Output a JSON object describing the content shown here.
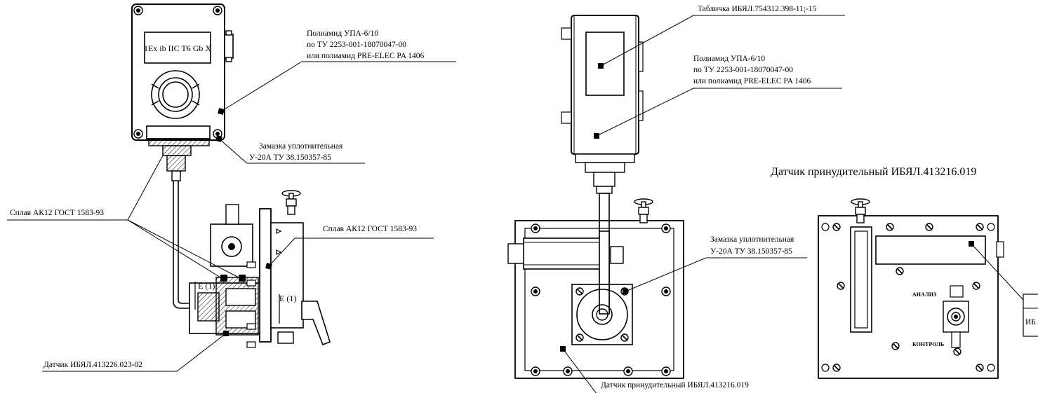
{
  "left_view": {
    "marking_plate": "1Ex ib IIC T6 Gb X",
    "label_housing": {
      "line1": "Полиамид УПА-6/10",
      "line2": "по ТУ 2253-001-18070047-00",
      "line3": "или полиамид PRE-ELEC PA 1406"
    },
    "label_sealant": {
      "line1": "Замазка уплотнительная",
      "line2": "У-20А ТУ 38.150357-85"
    },
    "label_alloy_left": "Сплав АК12 ГОСТ 1583-93",
    "label_alloy_right": "Сплав АК12 ГОСТ 1583-93",
    "label_e1_a": "E (1)",
    "label_e1_b": "E (1)",
    "label_sensor": "Датчик ИБЯЛ.413226.023-02"
  },
  "middle_view": {
    "label_plate": "Табличка ИБЯЛ.754312.398-11;-15",
    "label_housing": {
      "line1": "Полиамид УПА-6/10",
      "line2": "по ТУ 2253-001-18070047-00",
      "line3": "или полиамид PRE-ELEC PA 1406"
    },
    "label_sealant": {
      "line1": "Замазка уплотнительная",
      "line2": "У-20А ТУ 38.150357-85"
    },
    "label_sensor": "Датчик принудительный ИБЯЛ.413216.019"
  },
  "right_view": {
    "title": "Датчик принудительный ИБЯЛ.413216.019",
    "label_analysis": "АНАЛИЗ",
    "label_control": "КОНТРОЛЬ",
    "partial_text": "ИБ"
  }
}
